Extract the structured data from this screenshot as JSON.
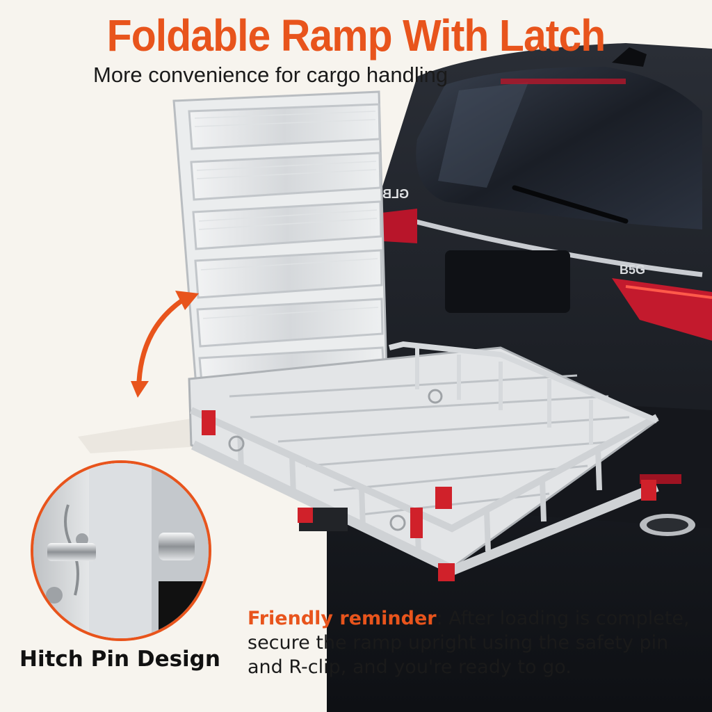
{
  "headline": "Foldable Ramp With Latch",
  "subheadline": "More convenience for cargo handling",
  "pin_caption": "Hitch Pin Design",
  "reminder": {
    "label": "Friendly reminder",
    "separator": ":",
    "body": " After loading is complete, secure the ramp upright using the safety pin and R-clip, and you're ready to go."
  },
  "car_badges": {
    "rear_badge": "B5G",
    "mirror_badge": "GLB"
  },
  "colors": {
    "accent": "#e8541c",
    "text": "#1a1a1a",
    "background": "#f7f4ee",
    "car_body": "#1b1e24",
    "aluminum": "#e4e6e8",
    "reflector": "#d0212a"
  },
  "icons": {
    "fold_arrow": "curved-double-arrow-icon"
  }
}
